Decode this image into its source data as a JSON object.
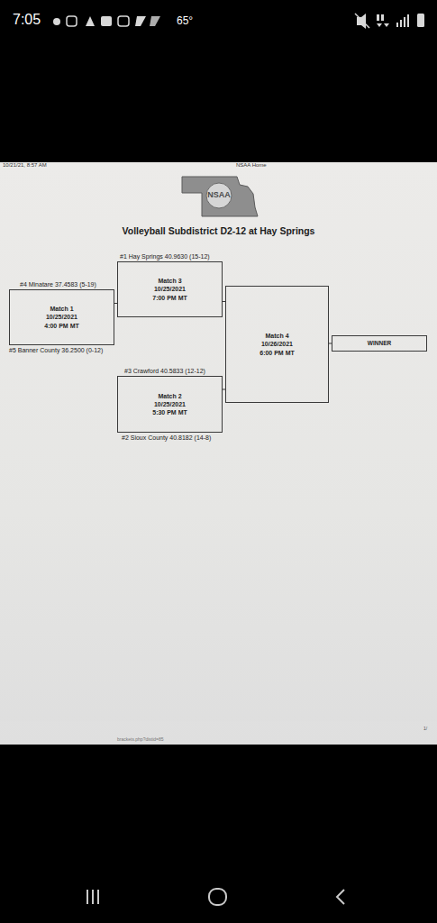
{
  "diagram": {
    "title": "Volleyball Subdistrict D2-12 at Hay Springs",
    "nodes": [
      {
        "text": [
          "Match 1",
          "10/25/2021",
          "4:00 PM MT"
        ]
      },
      {
        "text": [
          "Match 3",
          "10/25/2021",
          "7:00 PM MT"
        ]
      },
      {
        "text": [
          "Match 2",
          "10/25/2021",
          "5:30 PM MT"
        ]
      },
      {
        "text": [
          "Match 4",
          "10/26/2021",
          "6:00 PM MT"
        ]
      },
      {
        "text": [
          "WINNER"
        ]
      }
    ],
    "edges": [
      {
        "from": 0,
        "to": 1,
        "arrow": "none"
      },
      {
        "from": 1,
        "to": 3,
        "arrow": "none"
      },
      {
        "from": 2,
        "to": 3,
        "arrow": "none"
      },
      {
        "from": 3,
        "to": 4,
        "arrow": "none"
      }
    ],
    "labels": [
      "7:05",
      "65°",
      "10/21/21, 8:57 AM",
      "NSAA Home",
      "NSAA",
      "#1 Hay Springs 40.9630 (15-12)",
      "#4 Minatare 37.4583 (5-19)",
      "#5 Banner County 36.2500 (0-12)",
      "#3 Crawford 40.5833 (12-12)",
      "#2 Sioux County 40.8182 (14-8)",
      "brackets.php?distid=85",
      "1/"
    ]
  }
}
